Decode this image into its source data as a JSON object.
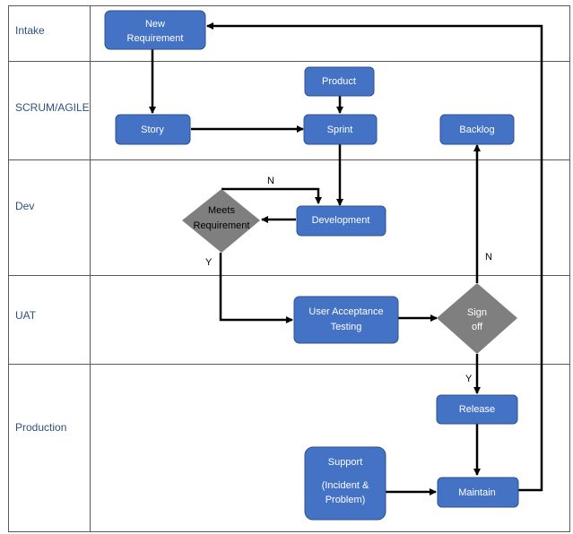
{
  "colors": {
    "process_fill": "#4472C4",
    "process_stroke": "#2F528F",
    "decision_fill": "#7F7F7F",
    "lane_line": "#595959",
    "arrow": "#000000"
  },
  "lanes": [
    {
      "id": "intake",
      "label": "Intake"
    },
    {
      "id": "scrum",
      "label": "SCRUM/AGILE"
    },
    {
      "id": "dev",
      "label": "Dev"
    },
    {
      "id": "uat",
      "label": "UAT"
    },
    {
      "id": "production",
      "label": "Production"
    }
  ],
  "nodes": {
    "new_requirement": [
      "New",
      "Requirement"
    ],
    "product": [
      "Product"
    ],
    "story": [
      "Story"
    ],
    "sprint": [
      "Sprint"
    ],
    "backlog": [
      "Backlog"
    ],
    "development": [
      "Development"
    ],
    "meets_requirement": [
      "Meets",
      "Requirement"
    ],
    "uat_testing": [
      "User Acceptance",
      "Testing"
    ],
    "sign_off": [
      "Sign",
      "off"
    ],
    "release": [
      "Release"
    ],
    "support": [
      "Support",
      "",
      "(Incident &",
      "Problem)"
    ],
    "maintain": [
      "Maintain"
    ]
  },
  "edge_labels": {
    "meets_no": "N",
    "meets_yes": "Y",
    "signoff_no": "N",
    "signoff_yes": "Y"
  }
}
